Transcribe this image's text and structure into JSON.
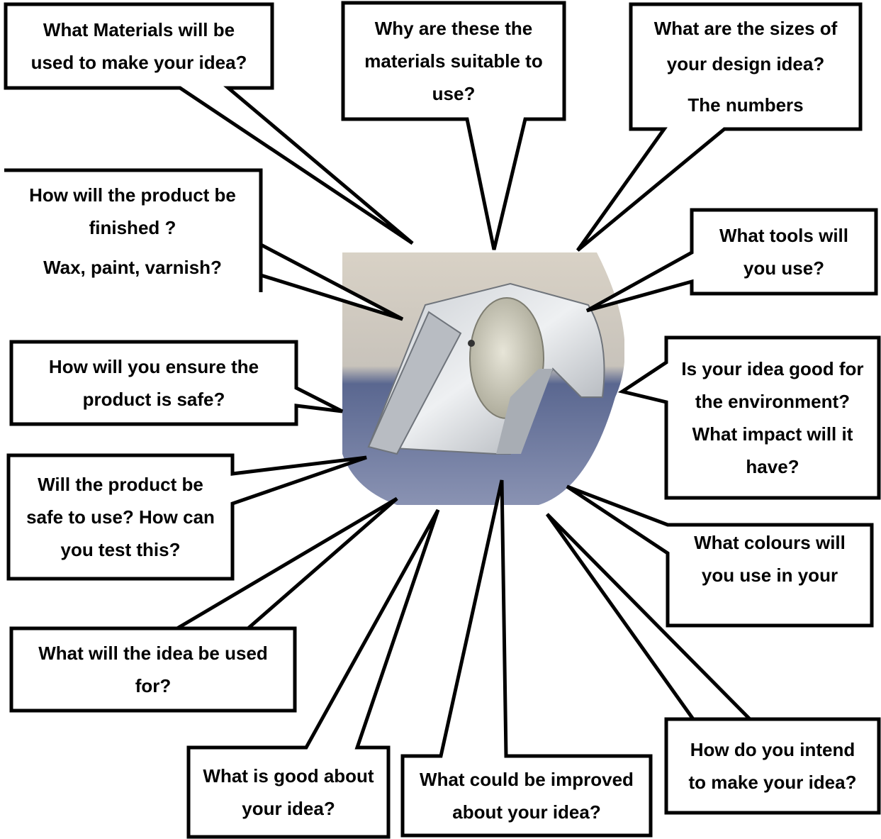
{
  "title": "",
  "product": {
    "image": "folded-sheet-metal-elephant-photo"
  },
  "prompts": {
    "materials": [
      "What Materials will be",
      "used to make your idea?"
    ],
    "why_materials": [
      "Why are these the",
      "materials suitable to",
      "use?"
    ],
    "sizes": [
      "What are the sizes of",
      "your design idea?",
      "The numbers"
    ],
    "finish": [
      "How will the product be",
      "finished ?",
      "Wax, paint, varnish?"
    ],
    "tools": [
      "What tools will",
      "you use?"
    ],
    "safe_ensure": [
      "How will you ensure the",
      "product is safe?"
    ],
    "environment": [
      "Is your idea good for",
      "the environment?",
      "What impact will it",
      "have?"
    ],
    "safe_test": [
      "Will the product be",
      "safe to use? How can",
      "you test this?"
    ],
    "colours": [
      "What colours will",
      "you use in your"
    ],
    "used_for": [
      "What will the idea be used",
      "for?"
    ],
    "make": [
      "How do you intend",
      "to make your idea?"
    ],
    "good": [
      "What is good about",
      "your idea?"
    ],
    "improve": [
      "What could be improved",
      "about your idea?"
    ]
  },
  "colors": {
    "stroke": "#000000",
    "fill": "#ffffff",
    "text": "#000000"
  }
}
